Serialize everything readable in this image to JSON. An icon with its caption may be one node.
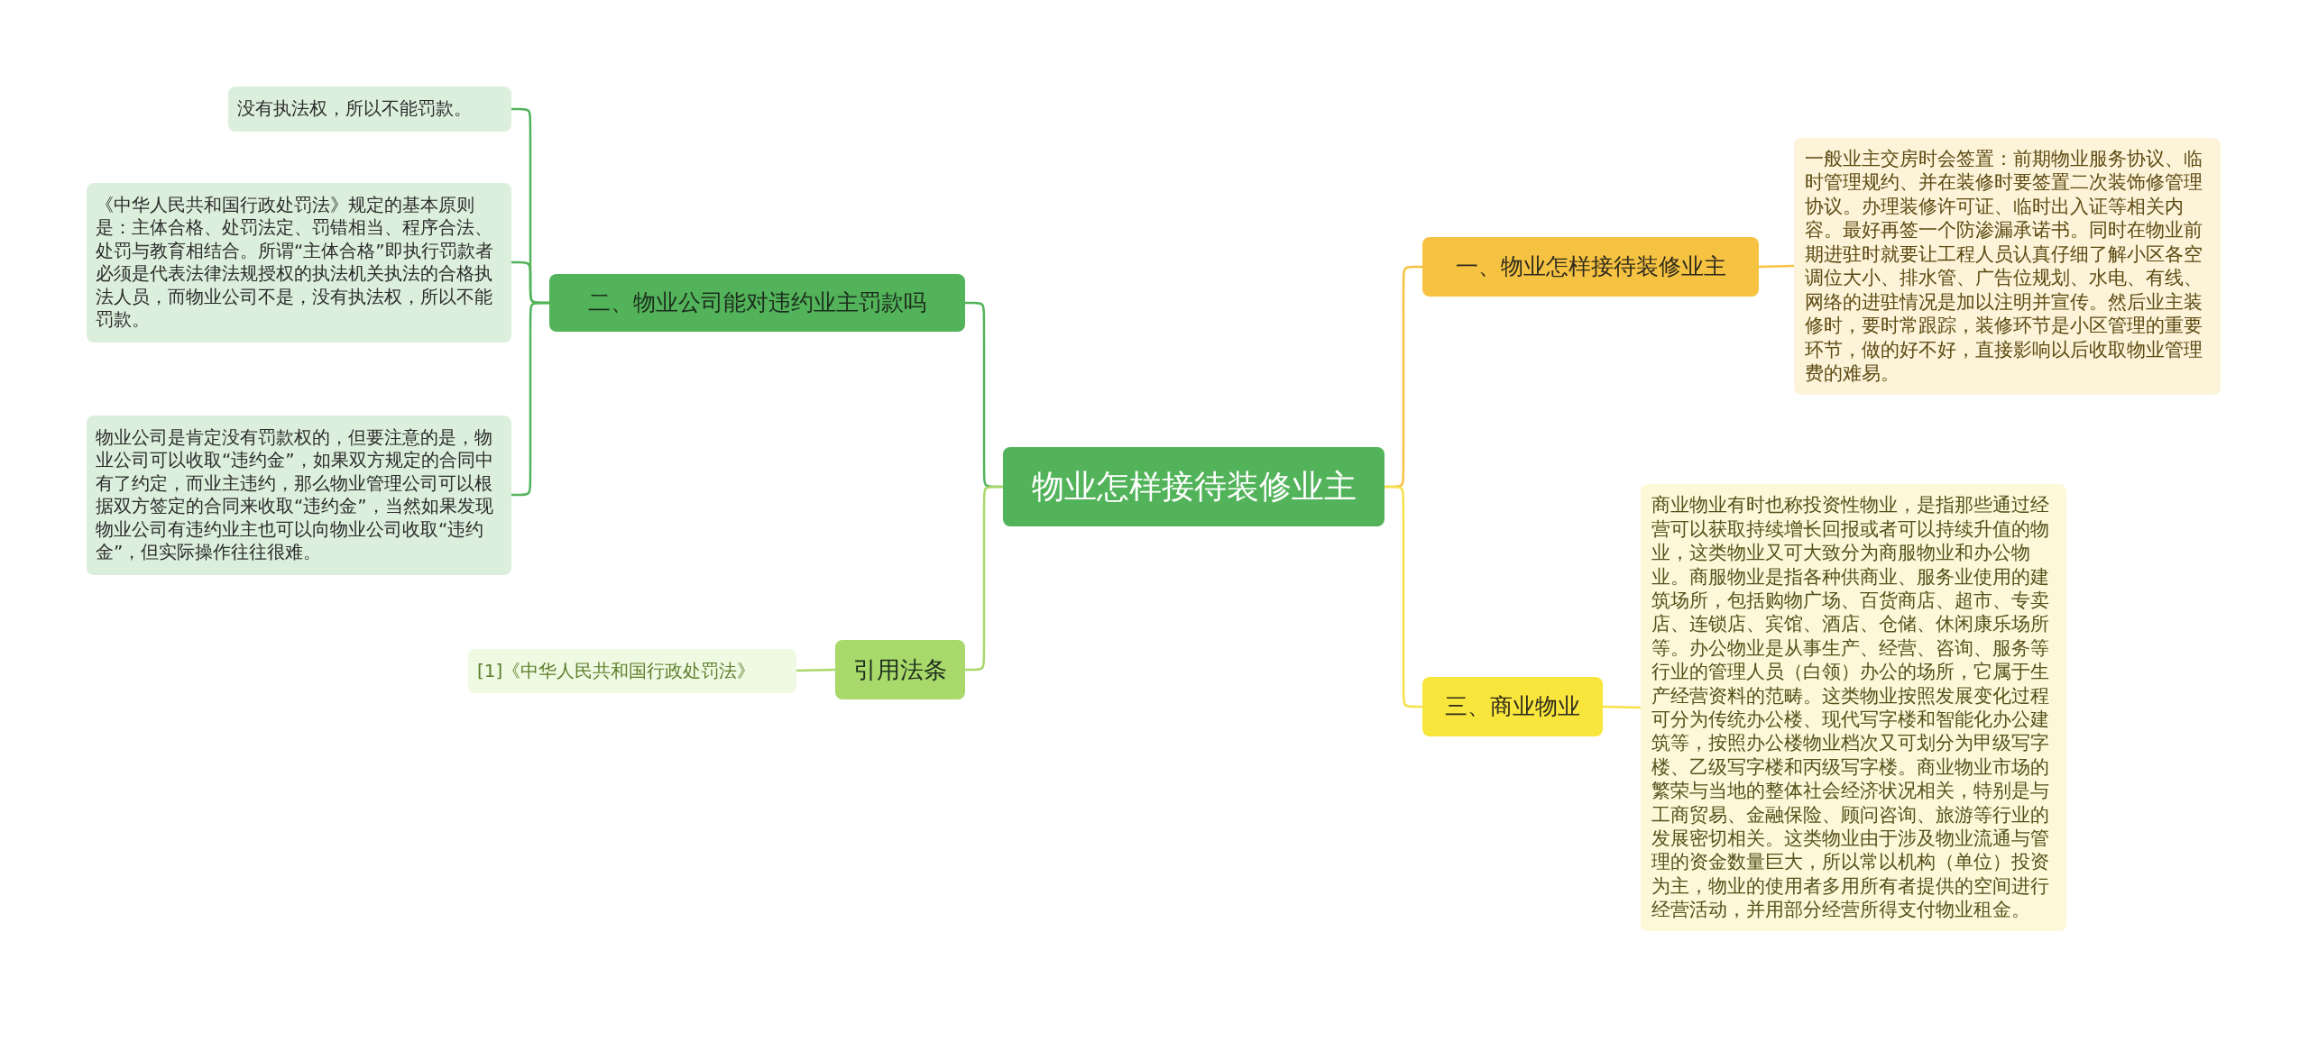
{
  "diagram": {
    "nodes": [
      {
        "text": [
          "物业怎样接待装修业主"
        ]
      },
      {
        "text": [
          "二、物业公司能对违约业主罚款吗"
        ]
      },
      {
        "text": [
          "没有执法权，所以不能罚款。"
        ]
      },
      {
        "text": [
          "《中华人民共和国行政处罚法》规定的基本原则是：主体合格、处罚法定、罚错相当、程序合法、处罚与教育相结合。所谓“主体合格”即执行罚款者必须是代表法律法规授权的执法机关执法的合格执法人员，而物业公司不是，没有执法权，所以不能罚款。"
        ]
      },
      {
        "text": [
          "物业公司是肯定没有罚款权的，但要注意的是，物业公司可以收取“违约金”，如果双方规定的合同中有了约定，而业主违约，那么物业管理公司可以根据双方签定的合同来收取“违约金”，当然如果发现物业公司有违约业主也可以向物业公司收取“违约金”，但实际操作往往很难。"
        ]
      },
      {
        "text": [
          "引用法条"
        ]
      },
      {
        "text": [
          "[1]《中华人民共和国行政处罚法》"
        ]
      },
      {
        "text": [
          "一、物业怎样接待装修业主"
        ]
      },
      {
        "text": [
          "一般业主交房时会签置：前期物业服务协议、临时管理规约、并在装修时要签置二次装饰修管理协议。办理装修许可证、临时出入证等相关内容。最好再签一个防渗漏承诺书。同时在物业前期进驻时就要让工程人员认真仔细了解小区各空调位大小、排水管、广告位规划、水电、有线、网络的进驻情况是加以注明并宣传。然后业主装修时，要时常跟踪，装修环节是小区管理的重要环节，做的好不好，直接影响以后收取物业管理费的难易。"
        ]
      },
      {
        "text": [
          "三、商业物业"
        ]
      },
      {
        "text": [
          "商业物业有时也称投资性物业，是指那些通过经营可以获取持续增长回报或者可以持续升值的物业，这类物业又可大致分为商服物业和办公物业。商服物业是指各种供商业、服务业使用的建筑场所，包括购物广场、百货商店、超市、专卖店、连锁店、宾馆、酒店、仓储、休闲康乐场所等。办公物业是从事生产、经营、咨询、服务等行业的管理人员（白领）办公的场所，它属于生产经营资料的范畴。这类物业按照发展变化过程可分为传统办公楼、现代写字楼和智能化办公建筑等，按照办公楼物业档次又可划分为甲级写字楼、乙级写字楼和丙级写字楼。商业物业市场的繁荣与当地的整体社会经济状况相关，特别是与工商贸易、金融保险、顾问咨询、旅游等行业的发展密切相关。这类物业由于涉及物业流通与管理的资金数量巨大，所以常以机构（单位）投资为主，物业的使用者多用所有者提供的空间进行经营活动，并用部分经营所得支付物业租金。"
        ]
      }
    ],
    "edges": [
      {
        "from": 0,
        "to": 1,
        "arrow": "none"
      },
      {
        "from": 1,
        "to": 2,
        "arrow": "none"
      },
      {
        "from": 1,
        "to": 3,
        "arrow": "none"
      },
      {
        "from": 1,
        "to": 4,
        "arrow": "none"
      },
      {
        "from": 0,
        "to": 5,
        "arrow": "none",
        "color": "#a8d96a"
      },
      {
        "from": 5,
        "to": 6,
        "arrow": "none",
        "color": "#a8d96a"
      },
      {
        "from": 0,
        "to": 7,
        "arrow": "none",
        "color": "#f5c242"
      },
      {
        "from": 7,
        "to": 8,
        "arrow": "none",
        "color": "#f5c242"
      },
      {
        "from": 0,
        "to": 9,
        "arrow": "none",
        "color": "#f5e14a"
      },
      {
        "from": 9,
        "to": 10,
        "arrow": "none",
        "color": "#f5e14a"
      }
    ]
  }
}
